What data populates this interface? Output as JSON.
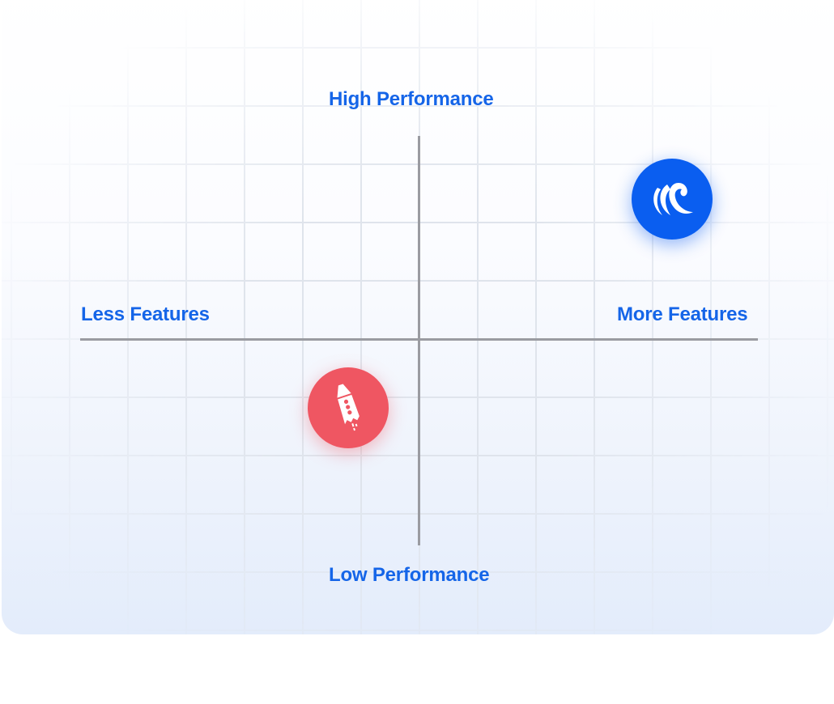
{
  "labels": {
    "top": "High Performance",
    "bottom": "Low Performance",
    "left": "Less Features",
    "right": "More Features"
  },
  "colors": {
    "accent": "#1565e8",
    "blue_marker": "#0a5ef0",
    "red_marker": "#ef5662",
    "axis": "#9a9ba1"
  },
  "markers": [
    {
      "icon": "wave-icon",
      "features": "more",
      "performance": "high"
    },
    {
      "icon": "rocket-icon",
      "features": "less",
      "performance": "low"
    }
  ]
}
